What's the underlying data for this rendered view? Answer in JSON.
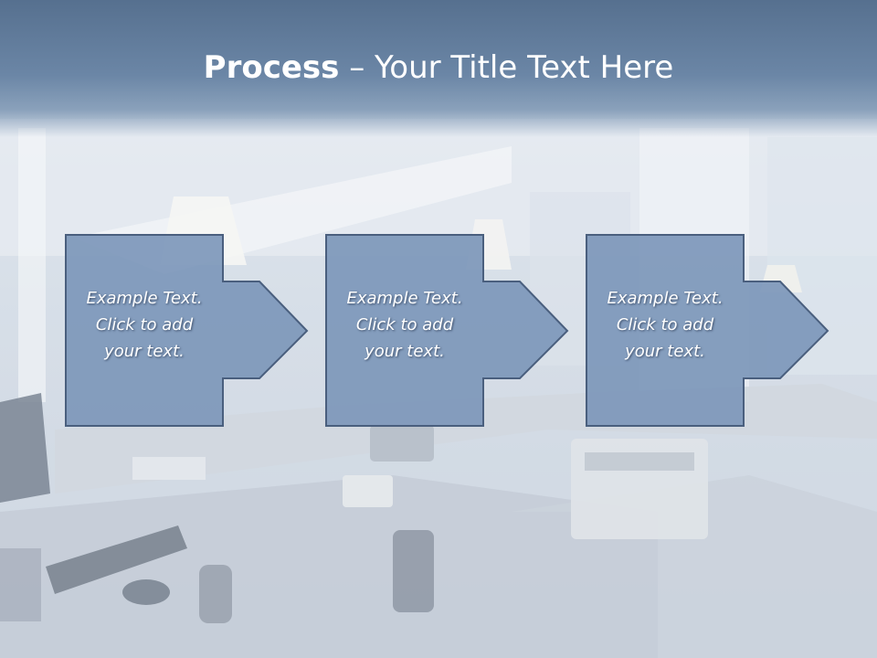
{
  "title": {
    "bold": "Process",
    "separator": " – ",
    "rest": "Your Title Text Here"
  },
  "steps": [
    {
      "line1": "Example Text.",
      "line2": "Click  to add",
      "line3": "your text."
    },
    {
      "line1": "Example Text.",
      "line2": "Click  to add",
      "line3": "your text."
    },
    {
      "line1": "Example Text.",
      "line2": "Click  to add",
      "line3": "your text."
    }
  ],
  "colors": {
    "header": "#56708f",
    "shape_fill": "#7d97ba",
    "shape_border": "#4a5f7e",
    "text": "#ffffff"
  }
}
